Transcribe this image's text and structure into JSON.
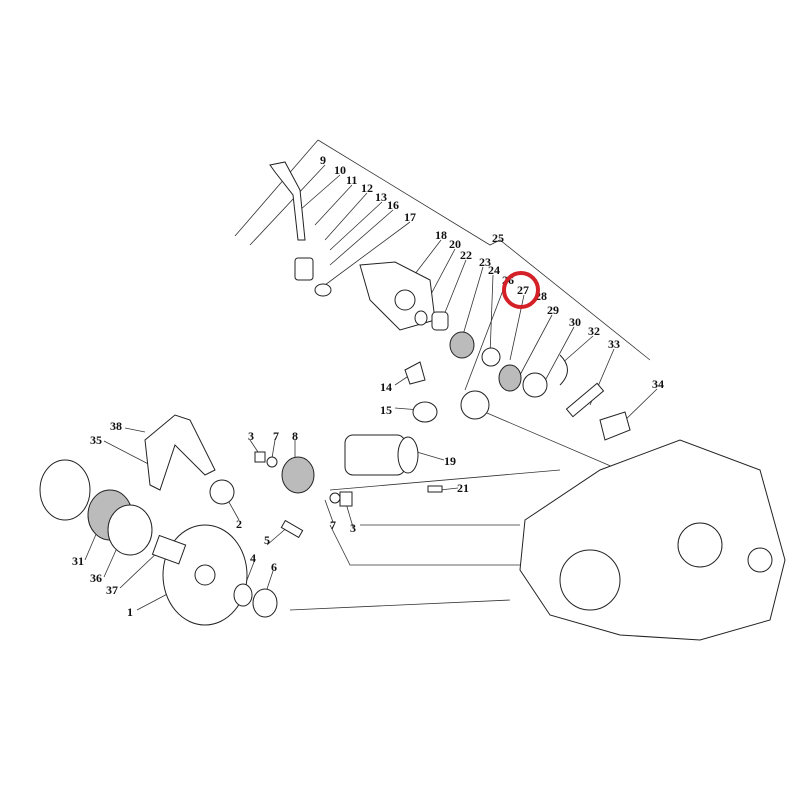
{
  "diagram": {
    "labels": [
      "9",
      "10",
      "11",
      "12",
      "13",
      "16",
      "17",
      "18",
      "20",
      "22",
      "23",
      "24",
      "25",
      "26",
      "27",
      "28",
      "29",
      "30",
      "32",
      "33",
      "34",
      "14",
      "15",
      "19",
      "21",
      "3",
      "7",
      "8",
      "38",
      "35",
      "2",
      "31",
      "36",
      "37",
      "1",
      "4",
      "6",
      "5",
      "7",
      "3"
    ],
    "highlighted_label": "27",
    "highlight_color": "#d42027"
  }
}
